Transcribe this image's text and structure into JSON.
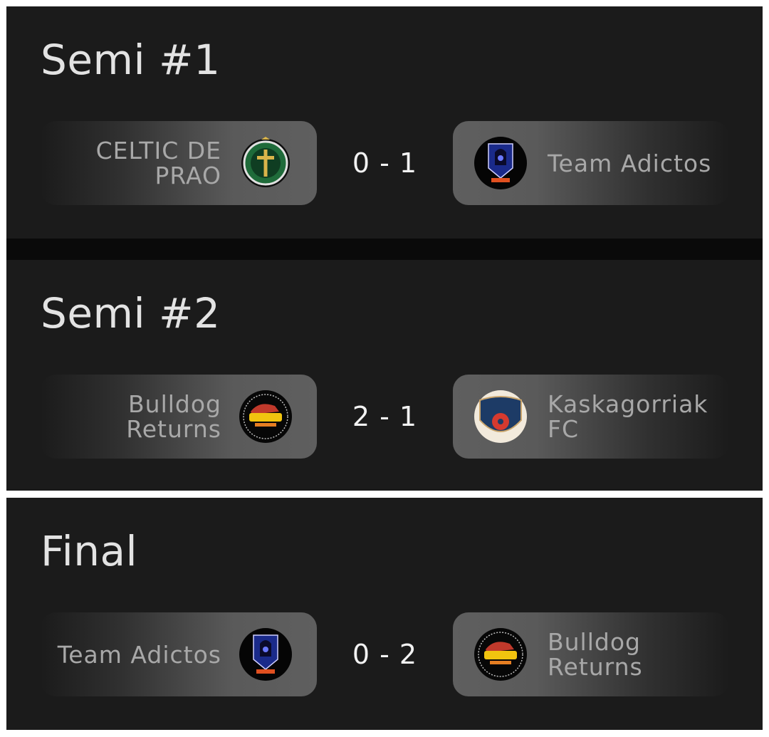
{
  "matches": [
    {
      "title": "Semi #1",
      "home": {
        "name": "CELTIC DE PRAO",
        "crest": "celtic-crest-icon"
      },
      "score": "0 - 1",
      "away": {
        "name": "Team Adictos",
        "crest": "adictos-crest-icon"
      }
    },
    {
      "title": "Semi #2",
      "home": {
        "name": "Bulldog Returns",
        "crest": "bulldogs-crest-icon"
      },
      "score": "2 - 1",
      "away": {
        "name": "Kaskagorriak FC",
        "crest": "kaskagorriak-crest-icon"
      }
    },
    {
      "title": "Final",
      "home": {
        "name": "Team Adictos",
        "crest": "adictos-crest-icon"
      },
      "score": "0 - 2",
      "away": {
        "name": "Bulldog Returns",
        "crest": "bulldogs-crest-icon"
      }
    }
  ],
  "colors": {
    "panel": "#1b1b1b",
    "separator": "#0a0a0a",
    "card": "#5a5a5a",
    "team_text": "#a8a8a8",
    "score_text": "#f2f2f2"
  }
}
